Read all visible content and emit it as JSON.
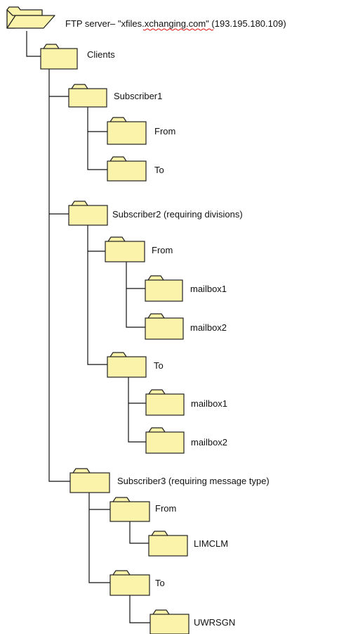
{
  "tree": {
    "root": {
      "label_prefix": "FTP server– \"",
      "label_host": "xfiles.xchanging",
      "label_suffix": ".com\" (193.195.180.109)",
      "icon": "open-folder-icon"
    },
    "clients": {
      "label": "Clients",
      "icon": "folder-icon"
    },
    "subscriber1": {
      "label": "Subscriber1",
      "from": {
        "label": "From"
      },
      "to": {
        "label": "To"
      }
    },
    "subscriber2": {
      "label": "Subscriber2 (requiring divisions)",
      "from": {
        "label": "From",
        "mailbox1": {
          "label": "mailbox1"
        },
        "mailbox2": {
          "label": "mailbox2"
        }
      },
      "to": {
        "label": "To",
        "mailbox1": {
          "label": "mailbox1"
        },
        "mailbox2": {
          "label": "mailbox2"
        }
      }
    },
    "subscriber3": {
      "label": "Subscriber3 (requiring message type)",
      "from": {
        "label": "From",
        "limclm": {
          "label": "LIMCLM"
        }
      },
      "to": {
        "label": "To",
        "uwrsgn": {
          "label": "UWRSGN"
        }
      }
    }
  },
  "colors": {
    "folder_fill": "#fbf3a9",
    "folder_stroke": "#222222",
    "line": "#111111",
    "spellcheck_underline": "#dd1111"
  }
}
